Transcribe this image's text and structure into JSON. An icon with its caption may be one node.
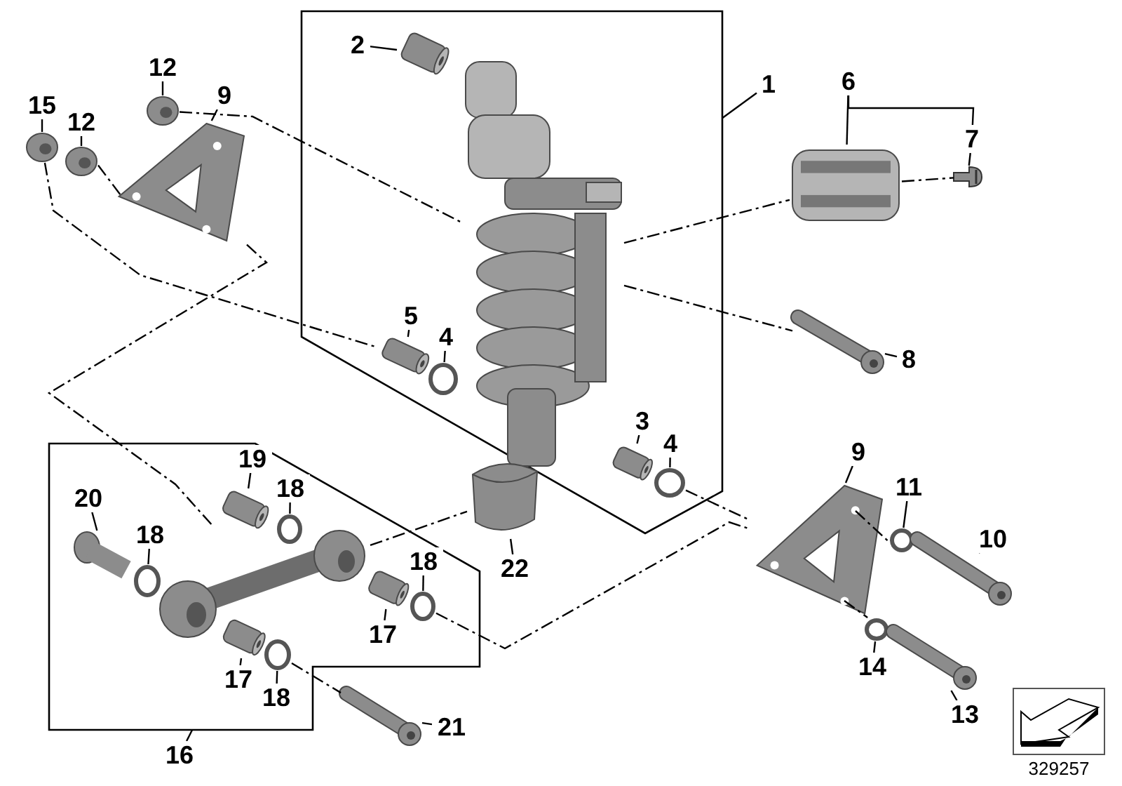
{
  "diagram": {
    "nodes": [
      {
        "text": [],
        "shape": "box"
      },
      {
        "text": [
          "1"
        ]
      },
      {
        "text": [
          "2"
        ],
        "in": 0
      },
      {
        "text": [],
        "shape": "picture",
        "in": 0
      },
      {
        "text": [],
        "shape": "picture",
        "in": 0
      },
      {
        "text": [
          "5"
        ],
        "in": 0
      },
      {
        "text": [],
        "shape": "picture",
        "in": 0
      },
      {
        "text": [
          "4"
        ],
        "in": 0
      },
      {
        "text": [],
        "shape": "circle",
        "in": 0
      },
      {
        "text": [
          "3"
        ],
        "in": 0
      },
      {
        "text": [],
        "shape": "picture",
        "in": 0
      },
      {
        "text": [
          "4"
        ],
        "in": 0
      },
      {
        "text": [],
        "shape": "circle",
        "in": 0
      },
      {
        "text": [
          "6"
        ]
      },
      {
        "text": [],
        "shape": "picture"
      },
      {
        "text": [
          "7"
        ]
      },
      {
        "text": [],
        "shape": "picture"
      },
      {
        "text": [
          "8"
        ]
      },
      {
        "text": [],
        "shape": "picture"
      },
      {
        "text": [
          "15"
        ]
      },
      {
        "text": [],
        "shape": "picture"
      },
      {
        "text": [
          "12"
        ]
      },
      {
        "text": [],
        "shape": "picture"
      },
      {
        "text": [
          "12"
        ]
      },
      {
        "text": [],
        "shape": "picture"
      },
      {
        "text": [
          "9"
        ]
      },
      {
        "text": [],
        "shape": "picture"
      },
      {
        "text": [],
        "shape": "box"
      },
      {
        "text": [
          "20"
        ],
        "in": 27
      },
      {
        "text": [],
        "shape": "picture",
        "in": 27
      },
      {
        "text": [
          "18"
        ],
        "in": 27
      },
      {
        "text": [],
        "shape": "circle",
        "in": 27
      },
      {
        "text": [
          "19"
        ],
        "in": 27
      },
      {
        "text": [],
        "shape": "picture",
        "in": 27
      },
      {
        "text": [
          "18"
        ],
        "in": 27
      },
      {
        "text": [],
        "shape": "circle",
        "in": 27
      },
      {
        "text": [],
        "shape": "picture",
        "in": 27
      },
      {
        "text": [
          "18"
        ],
        "in": 27
      },
      {
        "text": [],
        "shape": "circle",
        "in": 27
      },
      {
        "text": [
          "17"
        ],
        "in": 27
      },
      {
        "text": [],
        "shape": "picture",
        "in": 27
      },
      {
        "text": [
          "17"
        ],
        "in": 27
      },
      {
        "text": [],
        "shape": "picture",
        "in": 27
      },
      {
        "text": [
          "18"
        ],
        "in": 27
      },
      {
        "text": [],
        "shape": "circle",
        "in": 27
      },
      {
        "text": [
          "16"
        ]
      },
      {
        "text": [
          "22"
        ]
      },
      {
        "text": [],
        "shape": "picture"
      },
      {
        "text": [
          "21"
        ]
      },
      {
        "text": [],
        "shape": "picture"
      },
      {
        "text": [
          "9"
        ]
      },
      {
        "text": [],
        "shape": "picture"
      },
      {
        "text": [
          "11"
        ]
      },
      {
        "text": [],
        "shape": "circle"
      },
      {
        "text": [
          "10"
        ]
      },
      {
        "text": [],
        "shape": "picture"
      },
      {
        "text": [
          "14"
        ]
      },
      {
        "text": [],
        "shape": "circle"
      },
      {
        "text": [
          "13"
        ]
      },
      {
        "text": [],
        "shape": "picture"
      }
    ],
    "edges": [
      {
        "from": 1,
        "to": 0,
        "arrow": "none"
      },
      {
        "from": 2,
        "to": 3,
        "arrow": "none"
      },
      {
        "from": 5,
        "to": 6,
        "arrow": "none"
      },
      {
        "from": 7,
        "to": 8,
        "arrow": "none"
      },
      {
        "from": 9,
        "to": 10,
        "arrow": "none"
      },
      {
        "from": 11,
        "to": 12,
        "arrow": "none"
      },
      {
        "from": 13,
        "to": 14,
        "arrow": "none"
      },
      {
        "from": 13,
        "to": 15,
        "arrow": "none"
      },
      {
        "from": 15,
        "to": 16,
        "arrow": "none"
      },
      {
        "from": 17,
        "to": 18,
        "arrow": "none"
      },
      {
        "from": 19,
        "to": 20,
        "arrow": "none"
      },
      {
        "from": 21,
        "to": 22,
        "arrow": "none"
      },
      {
        "from": 23,
        "to": 24,
        "arrow": "none"
      },
      {
        "from": 25,
        "to": 26,
        "arrow": "none"
      },
      {
        "from": 28,
        "to": 29,
        "arrow": "none"
      },
      {
        "from": 30,
        "to": 31,
        "arrow": "none"
      },
      {
        "from": 32,
        "to": 33,
        "arrow": "none"
      },
      {
        "from": 34,
        "to": 35,
        "arrow": "none"
      },
      {
        "from": 37,
        "to": 38,
        "arrow": "none"
      },
      {
        "from": 39,
        "to": 40,
        "arrow": "none"
      },
      {
        "from": 41,
        "to": 42,
        "arrow": "none"
      },
      {
        "from": 43,
        "to": 44,
        "arrow": "none"
      },
      {
        "from": 45,
        "to": 27,
        "arrow": "none"
      },
      {
        "from": 46,
        "to": 47,
        "arrow": "none"
      },
      {
        "from": 48,
        "to": 49,
        "arrow": "none"
      },
      {
        "from": 50,
        "to": 51,
        "arrow": "none"
      },
      {
        "from": 52,
        "to": 53,
        "arrow": "none"
      },
      {
        "from": 54,
        "to": 55,
        "arrow": "none"
      },
      {
        "from": 56,
        "to": 57,
        "arrow": "none"
      },
      {
        "from": 58,
        "to": 59,
        "arrow": "none"
      },
      {
        "from": 20,
        "to": 6,
        "arrow": "none",
        "style": "dashed"
      },
      {
        "from": 24,
        "to": 4,
        "arrow": "none",
        "style": "dashed"
      },
      {
        "from": 22,
        "to": 26,
        "arrow": "none",
        "style": "dashed"
      },
      {
        "from": 26,
        "to": 36,
        "arrow": "none",
        "style": "dashed"
      },
      {
        "from": 38,
        "to": 51,
        "arrow": "none",
        "style": "dashed"
      },
      {
        "from": 4,
        "to": 14,
        "arrow": "none",
        "style": "dashed"
      },
      {
        "from": 14,
        "to": 16,
        "arrow": "none",
        "style": "dashed"
      },
      {
        "from": 4,
        "to": 18,
        "arrow": "none",
        "style": "dashed"
      },
      {
        "from": 12,
        "to": 51,
        "arrow": "none",
        "style": "dashed"
      },
      {
        "from": 44,
        "to": 49,
        "arrow": "none",
        "style": "dashed"
      },
      {
        "from": 36,
        "to": 47,
        "arrow": "none",
        "style": "dashed"
      },
      {
        "from": 51,
        "to": 53,
        "arrow": "none",
        "style": "dashed"
      },
      {
        "from": 51,
        "to": 57,
        "arrow": "none",
        "style": "dashed"
      }
    ],
    "labels": [
      "329257"
    ]
  }
}
